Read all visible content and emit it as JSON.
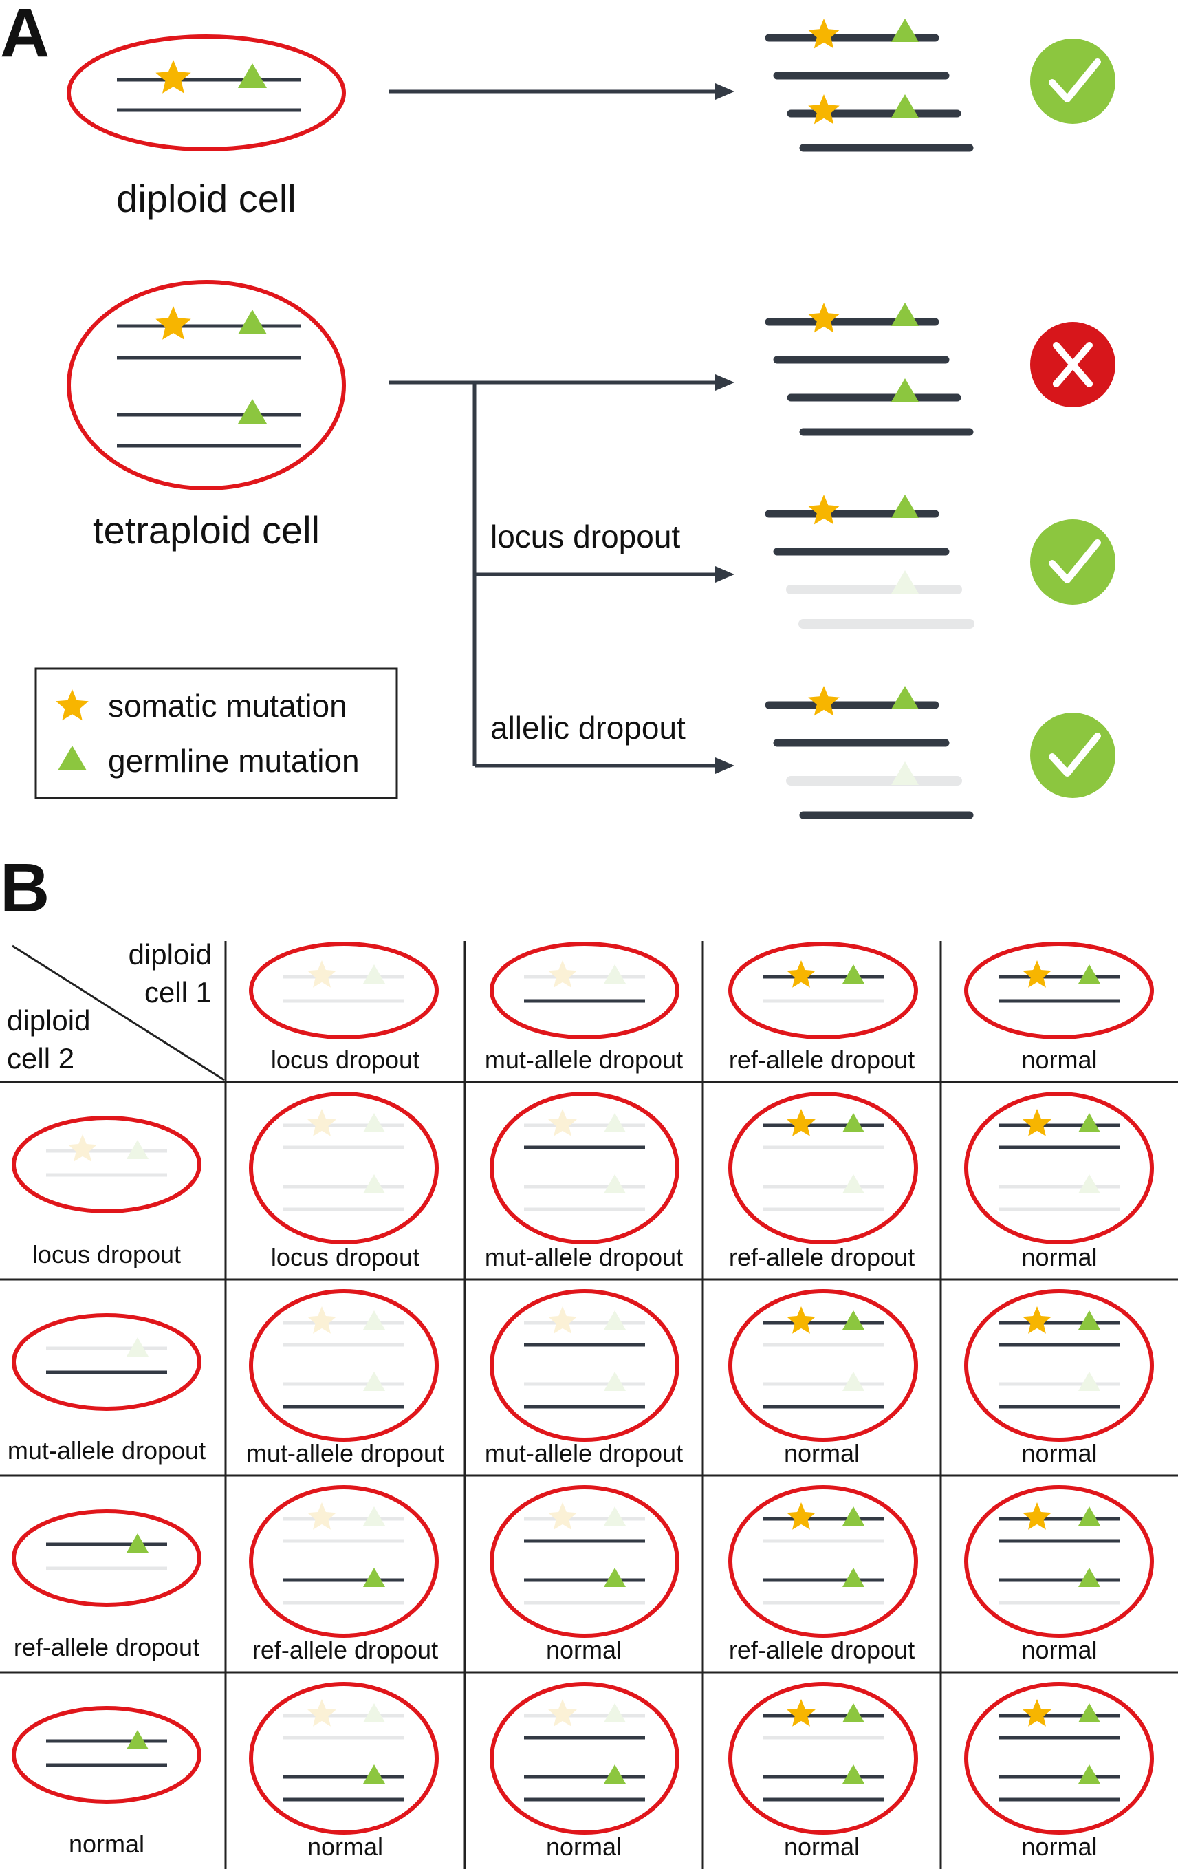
{
  "colors": {
    "line": "#333a44",
    "faded": "#e6e7e8",
    "cell_outline": "#e0161b",
    "star": "#f7b500",
    "star_faded": "#fbf1d6",
    "triangle": "#8cc63f",
    "triangle_faded": "#eef6e6",
    "check_bg": "#8cc63f",
    "cross_bg": "#d7161b",
    "arrow": "#333a44",
    "grid": "#222222"
  },
  "panel_a": {
    "label": "A",
    "diploid_label": "diploid cell",
    "tetraploid_label": "tetraploid cell",
    "branch_labels": [
      "locus dropout",
      "allelic dropout"
    ],
    "outcomes": [
      {
        "name": "diploid",
        "result": "check-icon"
      },
      {
        "name": "tetraploid",
        "result": "cross-icon"
      },
      {
        "name": "locus-dropout",
        "result": "check-icon"
      },
      {
        "name": "allelic-dropout",
        "result": "check-icon"
      }
    ],
    "legend": {
      "items": [
        {
          "icon": "star-icon",
          "label": "somatic mutation"
        },
        {
          "icon": "triangle-icon",
          "label": "germline mutation"
        }
      ]
    }
  },
  "panel_b": {
    "label": "B",
    "corner": {
      "top_line1": "diploid",
      "top_line2": "cell 1",
      "bottom_line1": "diploid",
      "bottom_line2": "cell 2"
    },
    "column_labels": [
      "locus dropout",
      "mut-allele dropout",
      "ref-allele dropout",
      "normal"
    ],
    "row_labels": [
      "locus dropout",
      "mut-allele dropout",
      "ref-allele dropout",
      "normal"
    ],
    "cell_labels": [
      [
        "locus dropout",
        "mut-allele dropout",
        "ref-allele dropout",
        "normal"
      ],
      [
        "mut-allele dropout",
        "mut-allele dropout",
        "normal",
        "normal"
      ],
      [
        "ref-allele dropout",
        "normal",
        "ref-allele dropout",
        "normal"
      ],
      [
        "normal",
        "normal",
        "normal",
        "normal"
      ]
    ]
  }
}
